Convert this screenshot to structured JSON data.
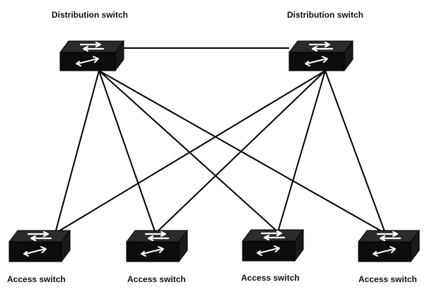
{
  "colors": {
    "line": "#000000",
    "switch_top": "#2b2b2b",
    "switch_front": "#0d0d0d",
    "switch_side": "#1a1a1a",
    "arrow": "#ffffff",
    "background": "#ffffff"
  },
  "distribution_switches": [
    {
      "label": "Distribution switch",
      "icon": "network-switch-icon"
    },
    {
      "label": "Distribution switch",
      "icon": "network-switch-icon"
    }
  ],
  "access_switches": [
    {
      "label": "Access switch",
      "icon": "network-switch-icon"
    },
    {
      "label": "Access switch",
      "icon": "network-switch-icon"
    },
    {
      "label": "Access switch",
      "icon": "network-switch-icon"
    },
    {
      "label": "Access switch",
      "icon": "network-switch-icon"
    }
  ],
  "links": [
    {
      "from": "dist-0",
      "to": "dist-1"
    },
    {
      "from": "dist-0",
      "to": "access-0"
    },
    {
      "from": "dist-0",
      "to": "access-1"
    },
    {
      "from": "dist-0",
      "to": "access-2"
    },
    {
      "from": "dist-0",
      "to": "access-3"
    },
    {
      "from": "dist-1",
      "to": "access-0"
    },
    {
      "from": "dist-1",
      "to": "access-1"
    },
    {
      "from": "dist-1",
      "to": "access-2"
    },
    {
      "from": "dist-1",
      "to": "access-3"
    }
  ]
}
